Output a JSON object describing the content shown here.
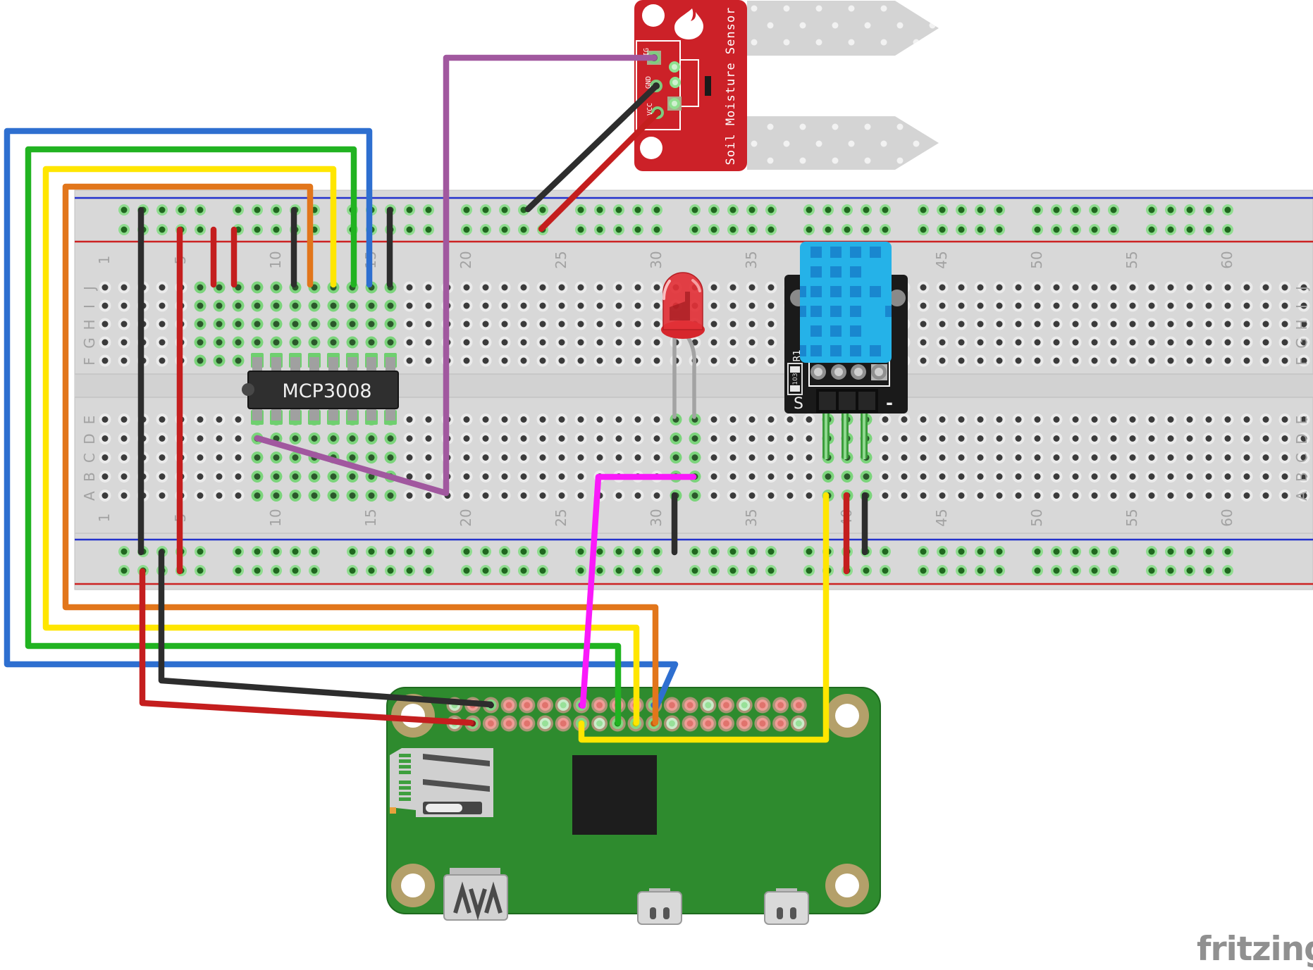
{
  "palette": {
    "wire_red": "#c41e1e",
    "wire_black": "#2d2d2d",
    "wire_yellow": "#ffe600",
    "wire_green": "#21b321",
    "wire_blue": "#2e6fd0",
    "wire_orange": "#e2761b",
    "wire_purple": "#a1589f",
    "wire_magenta": "#fa19fa",
    "board_red": "#cc2128",
    "board_green": "#2e8b2e",
    "dht_blue": "#25b2e8",
    "breadboard_gray": "#d8d8d8"
  },
  "breadboard": {
    "row_letters_top": [
      "J",
      "I",
      "H",
      "G",
      "F"
    ],
    "row_letters_bottom": [
      "E",
      "D",
      "C",
      "B",
      "A"
    ],
    "column_numbers": [
      "1",
      "5",
      "10",
      "15",
      "20",
      "25",
      "30",
      "35",
      "40",
      "45",
      "50",
      "55",
      "60"
    ]
  },
  "components": {
    "adc": {
      "label": "MCP3008"
    },
    "soil_sensor": {
      "name": "Soil Moisture Sensor",
      "pin_labels": [
        "SIG",
        "GND",
        "VCC"
      ]
    },
    "dht11": {
      "designator": "R1",
      "resistor_code": "103",
      "signal_marker": "S",
      "minus_marker": "-"
    }
  },
  "watermark": {
    "logo_text": "fritzing"
  }
}
